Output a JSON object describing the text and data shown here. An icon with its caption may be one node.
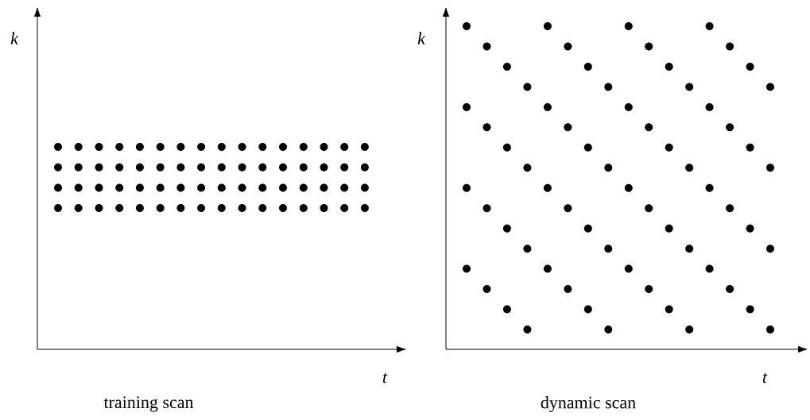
{
  "diagram": {
    "labels": [
      "k",
      "t",
      "training scan",
      "k",
      "t",
      "dynamic scan"
    ]
  }
}
